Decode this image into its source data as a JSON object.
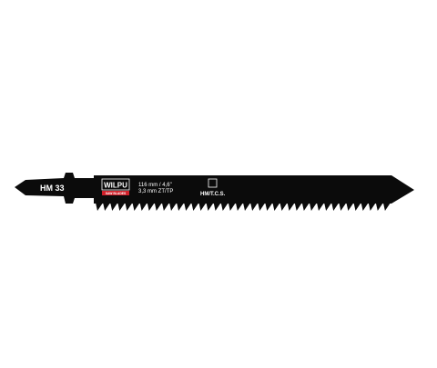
{
  "product": {
    "model": "HM 33",
    "length_spec": "116 mm / 4,6\"",
    "tooth_spec": "3,3 mm ZT/TP",
    "material": "HM/T.C.S."
  },
  "brand": {
    "name": "WILPU",
    "tagline": "SAW BLADES",
    "accent_color": "#d0202a"
  },
  "colors": {
    "blade": "#0b0b0b",
    "label_text": "#ffffff",
    "background": "#ffffff"
  }
}
